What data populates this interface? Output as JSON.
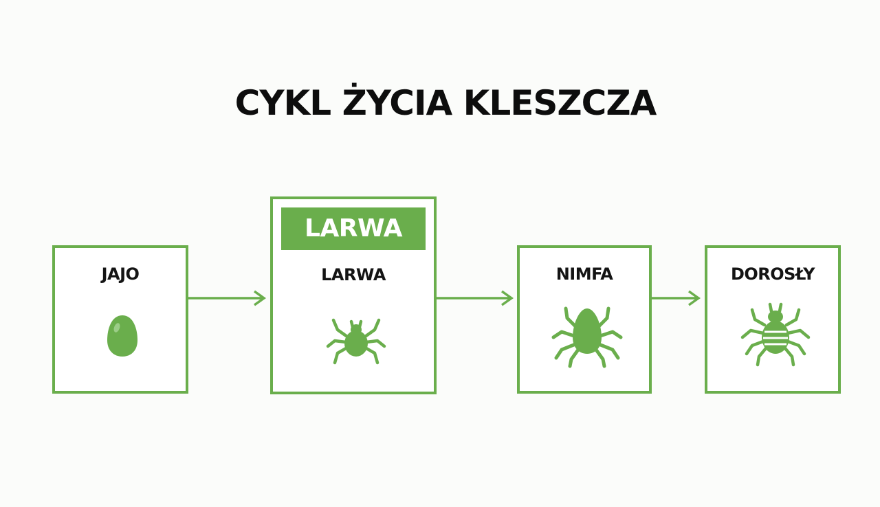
{
  "title": "CYKL ŻYCIA KLESZCZA",
  "colors": {
    "accent": "#6aae4c",
    "text": "#141414",
    "background": "#fbfcfa"
  },
  "stages": [
    {
      "label": "JAJO",
      "icon": "egg-icon"
    },
    {
      "label": "LARWA",
      "icon": "tick-larva-icon",
      "banner": "LARWA"
    },
    {
      "label": "NIMFA",
      "icon": "tick-nymph-icon"
    },
    {
      "label": "DOROSŁY",
      "icon": "tick-adult-icon"
    }
  ]
}
